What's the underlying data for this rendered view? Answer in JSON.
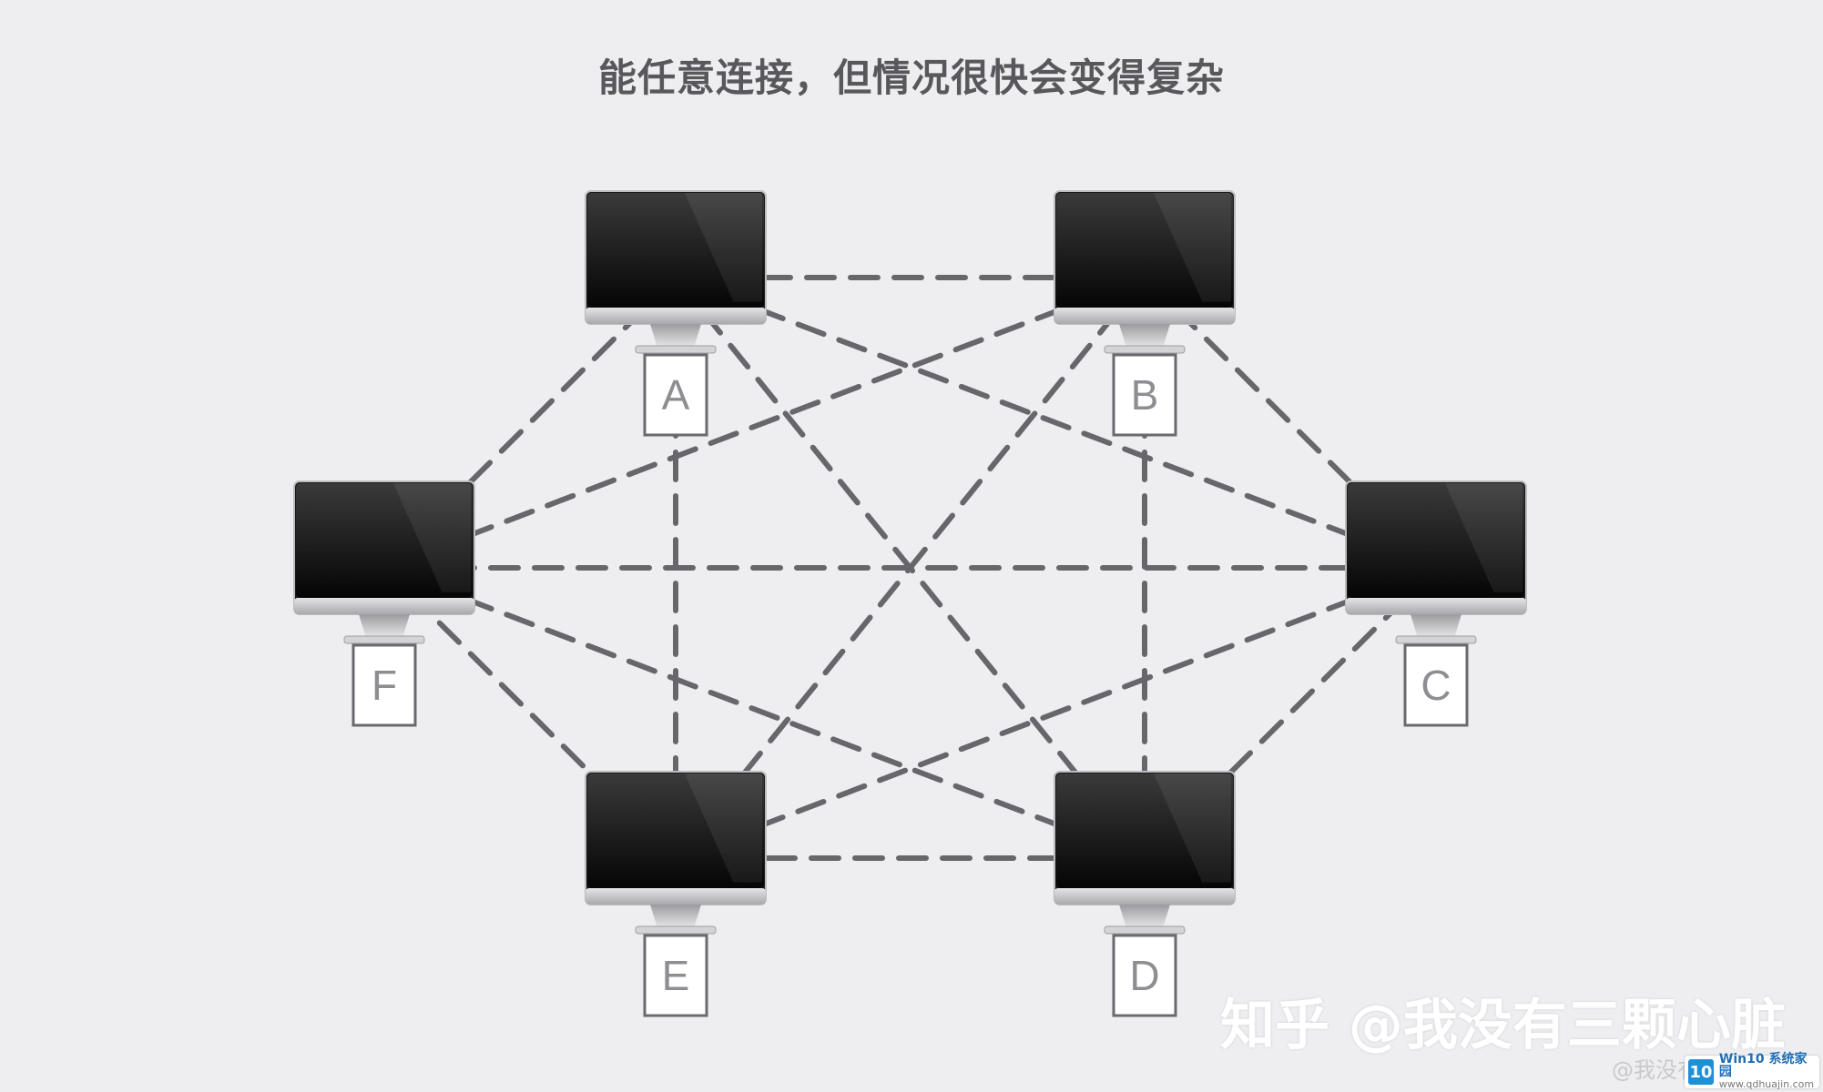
{
  "title": "能任意连接，但情况很快会变得复杂",
  "nodes": [
    {
      "id": "A",
      "label": "A"
    },
    {
      "id": "B",
      "label": "B"
    },
    {
      "id": "C",
      "label": "C"
    },
    {
      "id": "D",
      "label": "D"
    },
    {
      "id": "E",
      "label": "E"
    },
    {
      "id": "F",
      "label": "F"
    }
  ],
  "edges": [
    [
      "A",
      "B"
    ],
    [
      "A",
      "C"
    ],
    [
      "A",
      "D"
    ],
    [
      "A",
      "E"
    ],
    [
      "A",
      "F"
    ],
    [
      "B",
      "C"
    ],
    [
      "B",
      "D"
    ],
    [
      "B",
      "E"
    ],
    [
      "B",
      "F"
    ],
    [
      "C",
      "D"
    ],
    [
      "C",
      "E"
    ],
    [
      "C",
      "F"
    ],
    [
      "D",
      "E"
    ],
    [
      "D",
      "F"
    ],
    [
      "E",
      "F"
    ]
  ],
  "colors": {
    "background": "#eeeef1",
    "edge": "#66666b",
    "screen": "#141414",
    "bezel": "#c9c9cc"
  },
  "watermark": {
    "main": "知乎 @我没有三颗心脏",
    "small": "@我没有三颗心脏"
  },
  "logo": {
    "badge": "10",
    "line1": "Win10 系统家园",
    "line2": "www.qdhuajin.com"
  }
}
